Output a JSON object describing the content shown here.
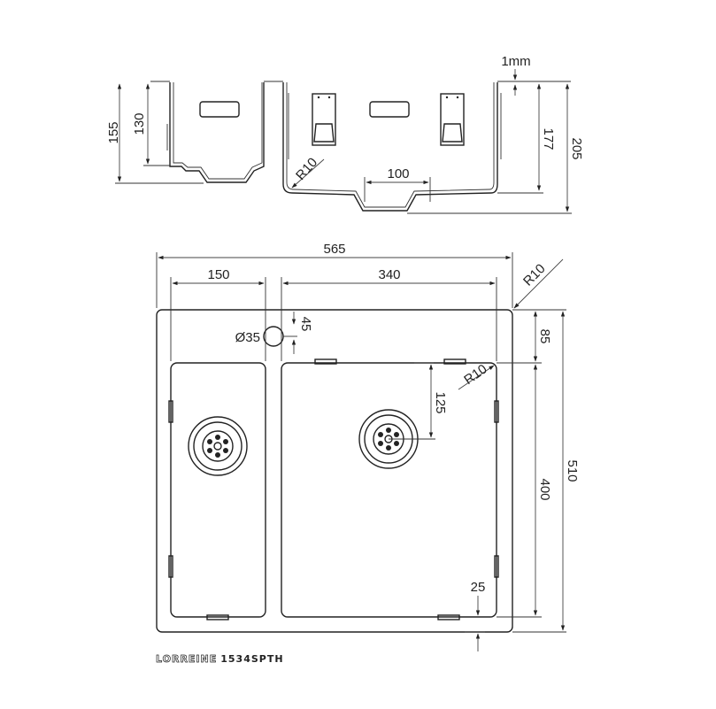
{
  "title_block": {
    "brand": "LORREINE",
    "model": "1534SPTH"
  },
  "side_view": {
    "dims": {
      "top_gap": "1mm",
      "small_outer_height": "155",
      "small_inner_height": "130",
      "corner_radius": "R10",
      "drain_width": "100",
      "large_inner_height": "177",
      "large_outer_height": "205"
    }
  },
  "plan_view": {
    "dims": {
      "overall_width": "565",
      "small_bowl_width": "150",
      "large_bowl_width": "340",
      "outer_corner_radius": "R10",
      "inner_corner_radius": "R10",
      "tap_hole_diameter": "Ø35",
      "tap_hole_offset": "45",
      "drain_offset": "125",
      "top_margin": "85",
      "bowl_depth": "400",
      "overall_depth": "510",
      "bottom_margin": "25"
    }
  }
}
